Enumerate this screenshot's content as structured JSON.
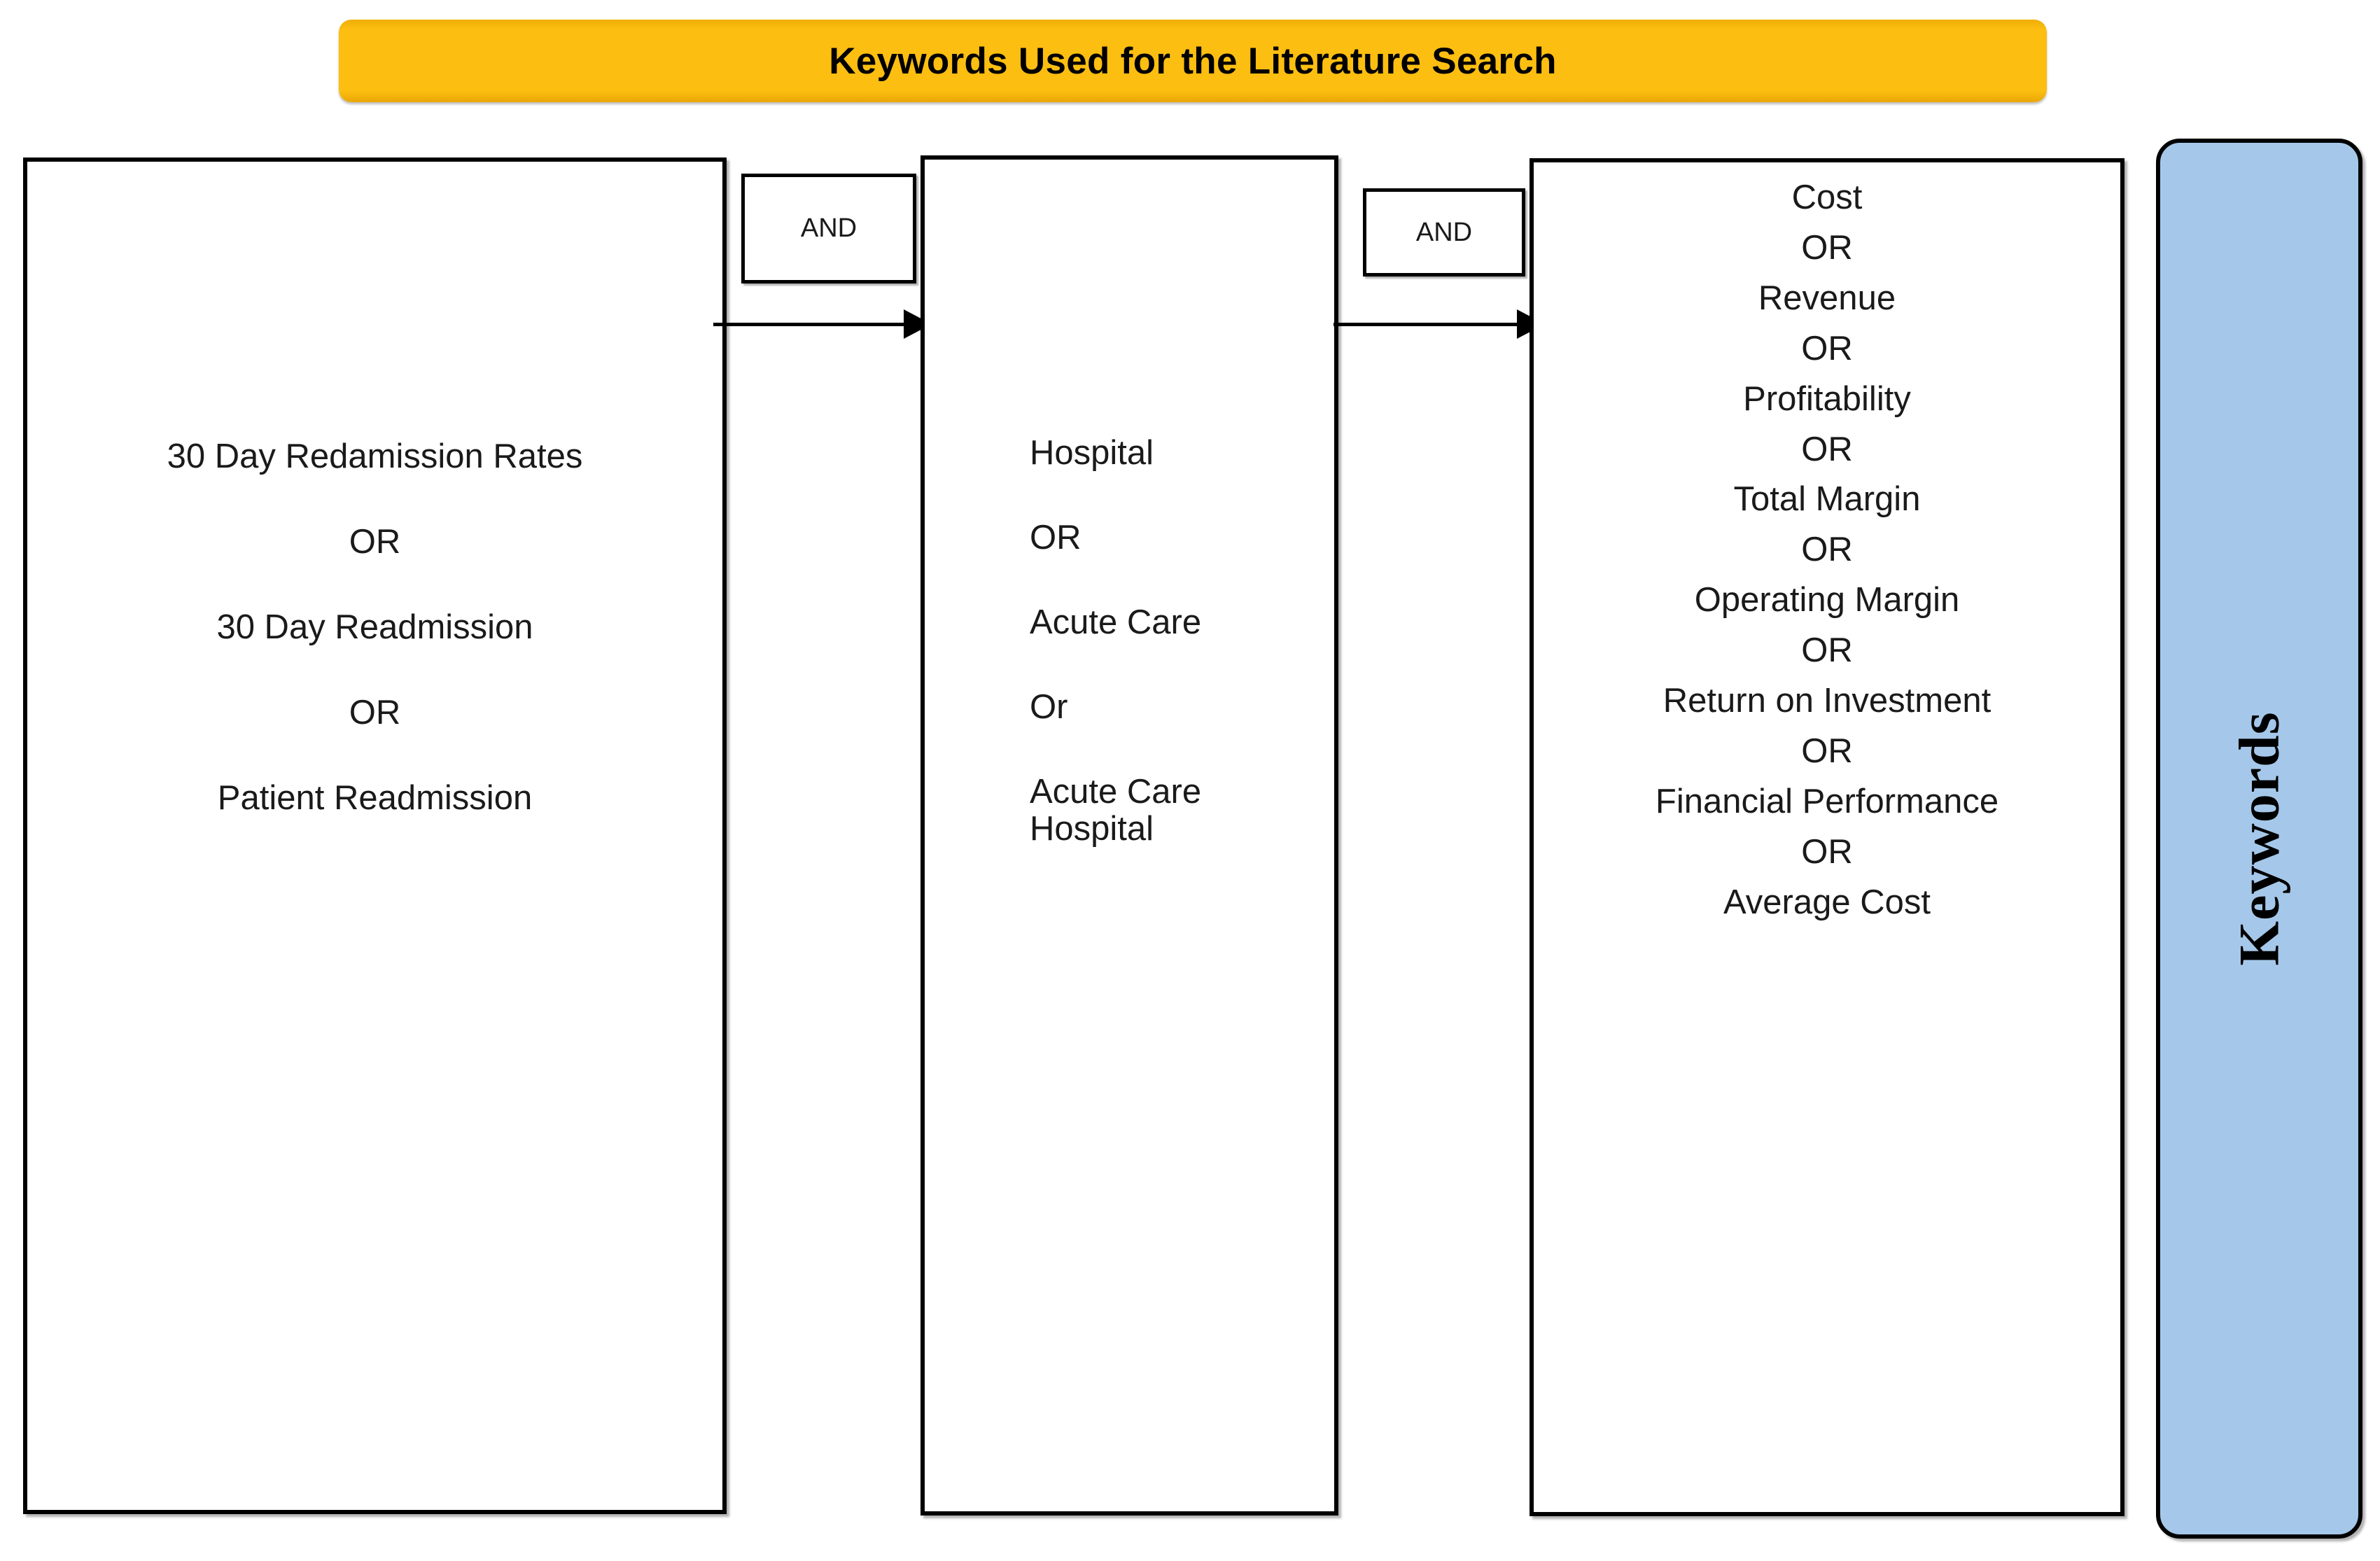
{
  "title": {
    "text": "Keywords Used for the Literature Search",
    "background_color": "#FCBE10",
    "text_color": "#000000"
  },
  "side_panel": {
    "label": "Keywords",
    "background_color": "#A5C8EA",
    "border_color": "#000000"
  },
  "operators": {
    "and_1": "AND",
    "and_2": "AND"
  },
  "boxes": [
    {
      "id": "concept-readmission",
      "align": "center",
      "lines": [
        "30 Day Redamission Rates",
        "OR",
        "30 Day Readmission",
        "OR",
        "Patient Readmission"
      ]
    },
    {
      "id": "concept-setting",
      "align": "left",
      "lines": [
        "Hospital",
        "OR",
        "Acute Care",
        "Or",
        "Acute Care\nHospital"
      ]
    },
    {
      "id": "concept-financial",
      "align": "center",
      "lines": [
        "Cost",
        "OR",
        "Revenue",
        "OR",
        "Profitability",
        "OR",
        "Total Margin",
        "OR",
        "Operating Margin",
        "OR",
        "Return on Investment",
        "OR",
        "Financial Performance",
        "OR",
        "Average Cost"
      ]
    }
  ]
}
